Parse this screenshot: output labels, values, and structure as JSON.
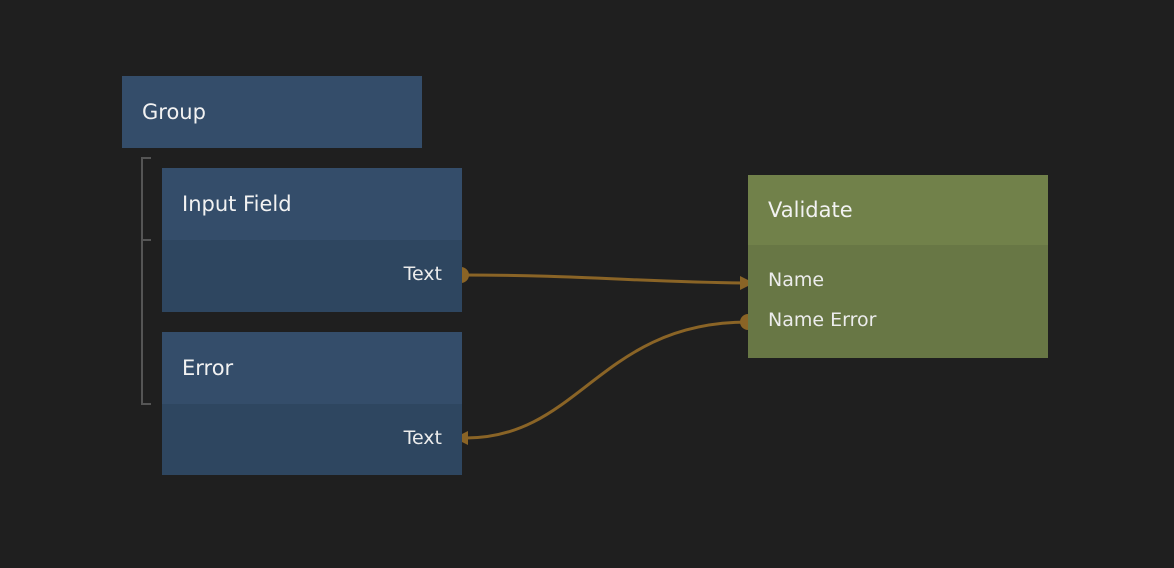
{
  "colors": {
    "background": "#1f1f1f",
    "ui_node": "#344d6a",
    "logic_node": "#71814a",
    "connection": "#8a6426"
  },
  "nodes": {
    "group": {
      "title": "Group"
    },
    "input_field": {
      "title": "Input Field",
      "output_port": "Text"
    },
    "error": {
      "title": "Error",
      "input_port": "Text"
    },
    "validate": {
      "title": "Validate",
      "input_port": "Name",
      "output_port": "Name Error"
    }
  }
}
